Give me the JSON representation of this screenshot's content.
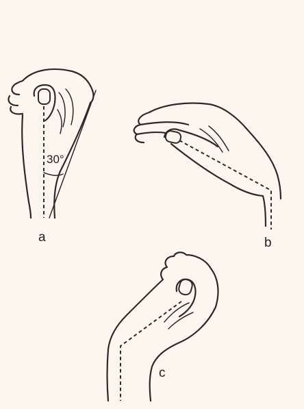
{
  "figure": {
    "background": "#fdf6ef",
    "line_color": "#2a2a2a",
    "panels": [
      {
        "label": "a",
        "angle_label": "30°"
      },
      {
        "label": "b"
      },
      {
        "label": "c"
      }
    ]
  }
}
